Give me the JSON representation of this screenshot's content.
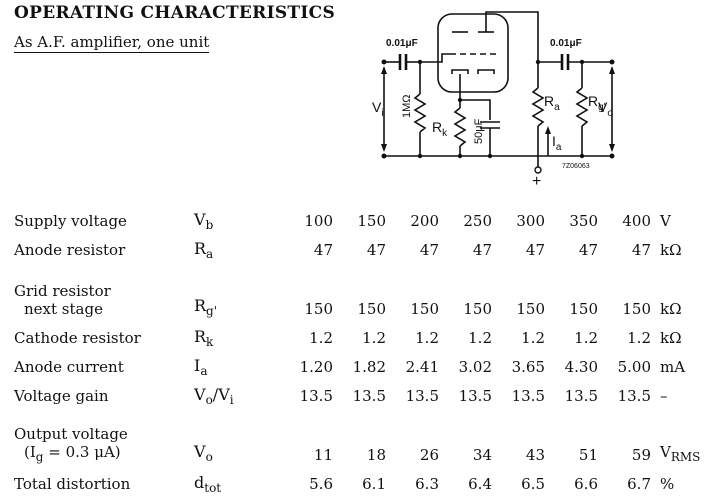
{
  "heading": "OPERATING CHARACTERISTICS",
  "subheading": "As A.F. amplifier, one unit",
  "schematic": {
    "cap_in_label": "0.01μF",
    "cap_out_label": "0.01μF",
    "r_grid_label": "1MΩ",
    "rk_main": "R",
    "rk_sub": "k",
    "ck_label": "50μF",
    "ra_main": "R",
    "ra_sub": "a",
    "rg_main": "R",
    "rg_sub": "g'",
    "vi_main": "V",
    "vi_sub": "i",
    "vo_main": "V",
    "vo_sub": "o",
    "ia_main": "I",
    "ia_sub": "a",
    "plus": "+",
    "drawing_number": "7Z06063"
  },
  "rows": [
    {
      "label": "Supply voltage",
      "sym": "V",
      "sym_sub": "b",
      "values": [
        "100",
        "150",
        "200",
        "250",
        "300",
        "350",
        "400"
      ],
      "unit": "V",
      "unit_sub": ""
    },
    {
      "label": "Anode resistor",
      "sym": "R",
      "sym_sub": "a",
      "values": [
        "47",
        "47",
        "47",
        "47",
        "47",
        "47",
        "47"
      ],
      "unit": "kΩ",
      "unit_sub": ""
    },
    {
      "label": "Grid resistor",
      "label2": "next stage",
      "sym": "R",
      "sym_sub": "g'",
      "values": [
        "150",
        "150",
        "150",
        "150",
        "150",
        "150",
        "150"
      ],
      "unit": "kΩ",
      "unit_sub": ""
    },
    {
      "label": "Cathode resistor",
      "sym": "R",
      "sym_sub": "k",
      "values": [
        "1.2",
        "1.2",
        "1.2",
        "1.2",
        "1.2",
        "1.2",
        "1.2"
      ],
      "unit": "kΩ",
      "unit_sub": ""
    },
    {
      "label": "Anode current",
      "sym": "I",
      "sym_sub": "a",
      "values": [
        "1.20",
        "1.82",
        "2.41",
        "3.02",
        "3.65",
        "4.30",
        "5.00"
      ],
      "unit": "mA",
      "unit_sub": ""
    },
    {
      "label": "Voltage gain",
      "sym": "V",
      "sym_sub": "o",
      "sym_tail": "/V",
      "sym_sub2": "i",
      "values": [
        "13.5",
        "13.5",
        "13.5",
        "13.5",
        "13.5",
        "13.5",
        "13.5"
      ],
      "unit": "–",
      "unit_sub": ""
    },
    {
      "label": "Output voltage",
      "label2": "(I",
      "label2_sub": "g",
      "label2_tail": " = 0.3 μA)",
      "sym": "V",
      "sym_sub": "o",
      "values": [
        "11",
        "18",
        "26",
        "34",
        "43",
        "51",
        "59"
      ],
      "unit": "V",
      "unit_sub": "RMS"
    },
    {
      "label": "Total distortion",
      "sym": "d",
      "sym_sub": "tot",
      "values": [
        "5.6",
        "6.1",
        "6.3",
        "6.4",
        "6.5",
        "6.6",
        "6.7"
      ],
      "unit": "%",
      "unit_sub": ""
    }
  ]
}
